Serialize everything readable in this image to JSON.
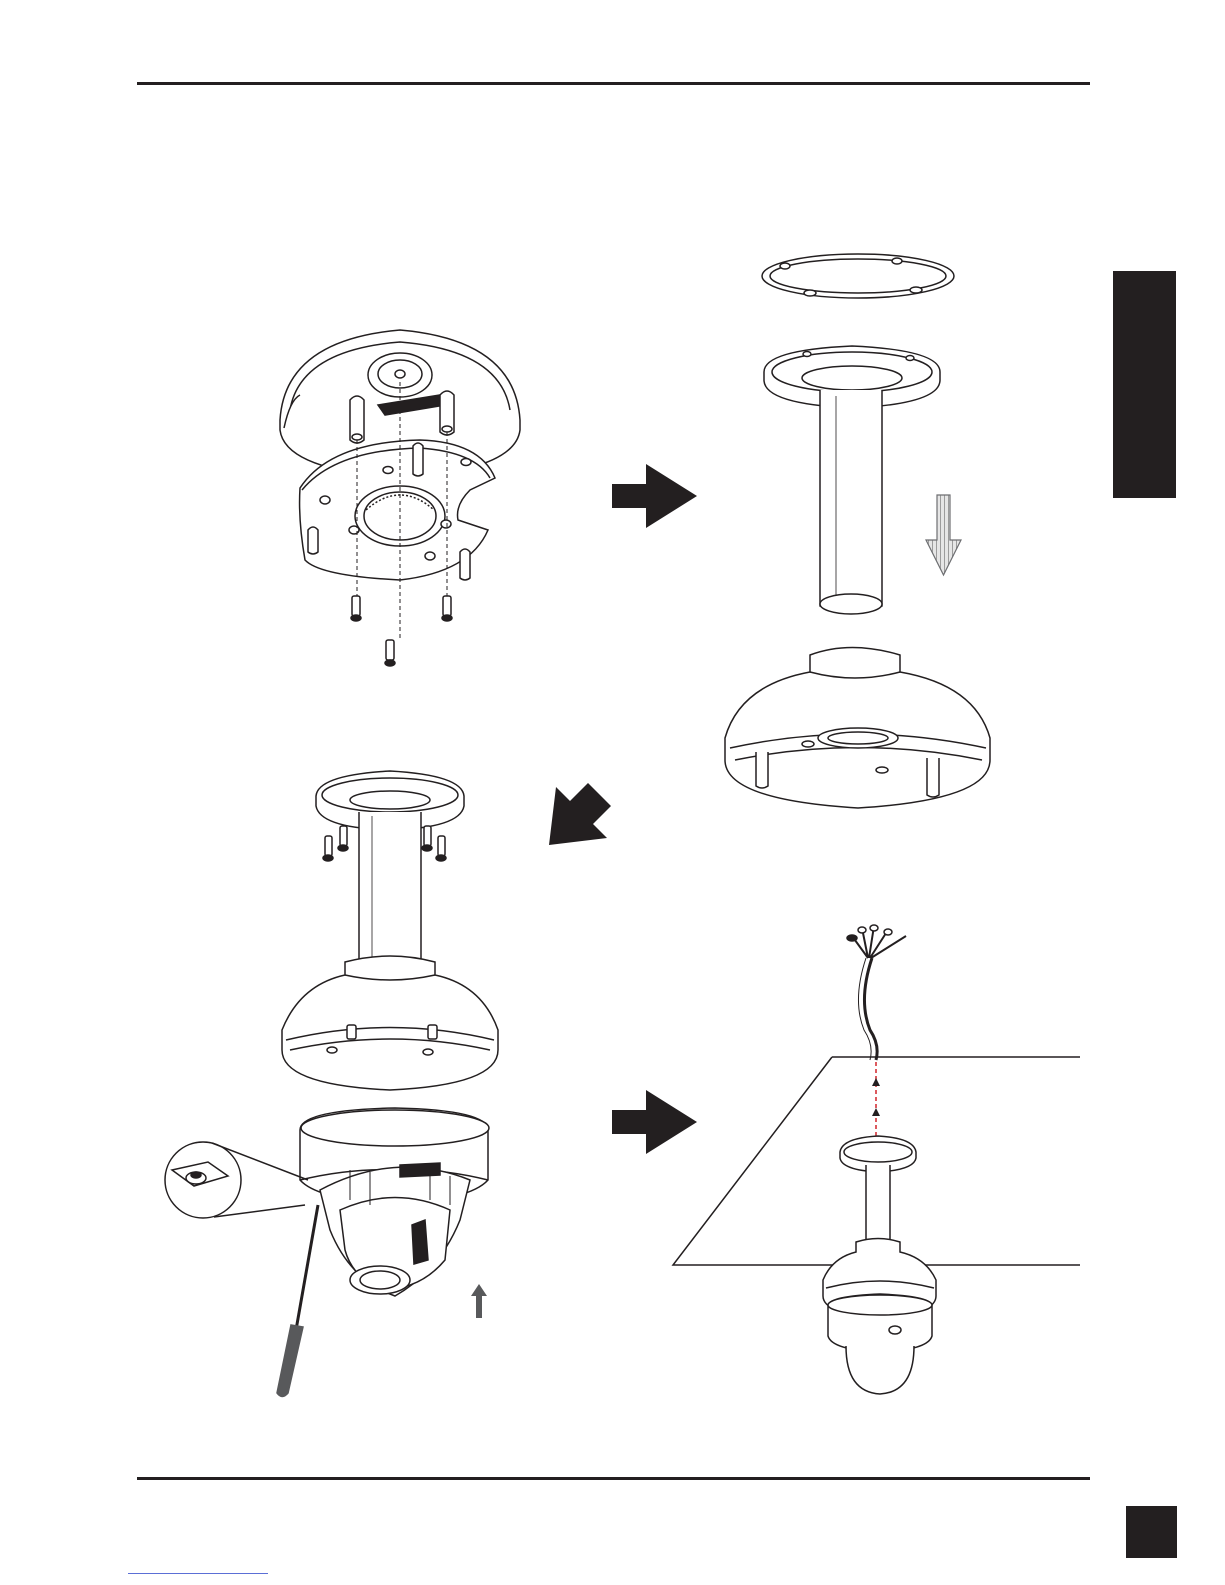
{
  "colors": {
    "rule": "#231f20",
    "tab": "#231f20",
    "arrow": "#231f20",
    "down_arrow": "#808080",
    "screwdriver_handle": "#58595b",
    "cable_path": "#d2232a",
    "link_underline": "#5b6fd6"
  },
  "figures": [
    "step-1-base-plate-assembly",
    "step-2-pendant-pipe-and-housing",
    "step-3-mount-assembly-and-camera",
    "step-4-ceiling-installation"
  ],
  "arrows": [
    "right-arrow",
    "diagonal-arrow",
    "right-arrow"
  ]
}
